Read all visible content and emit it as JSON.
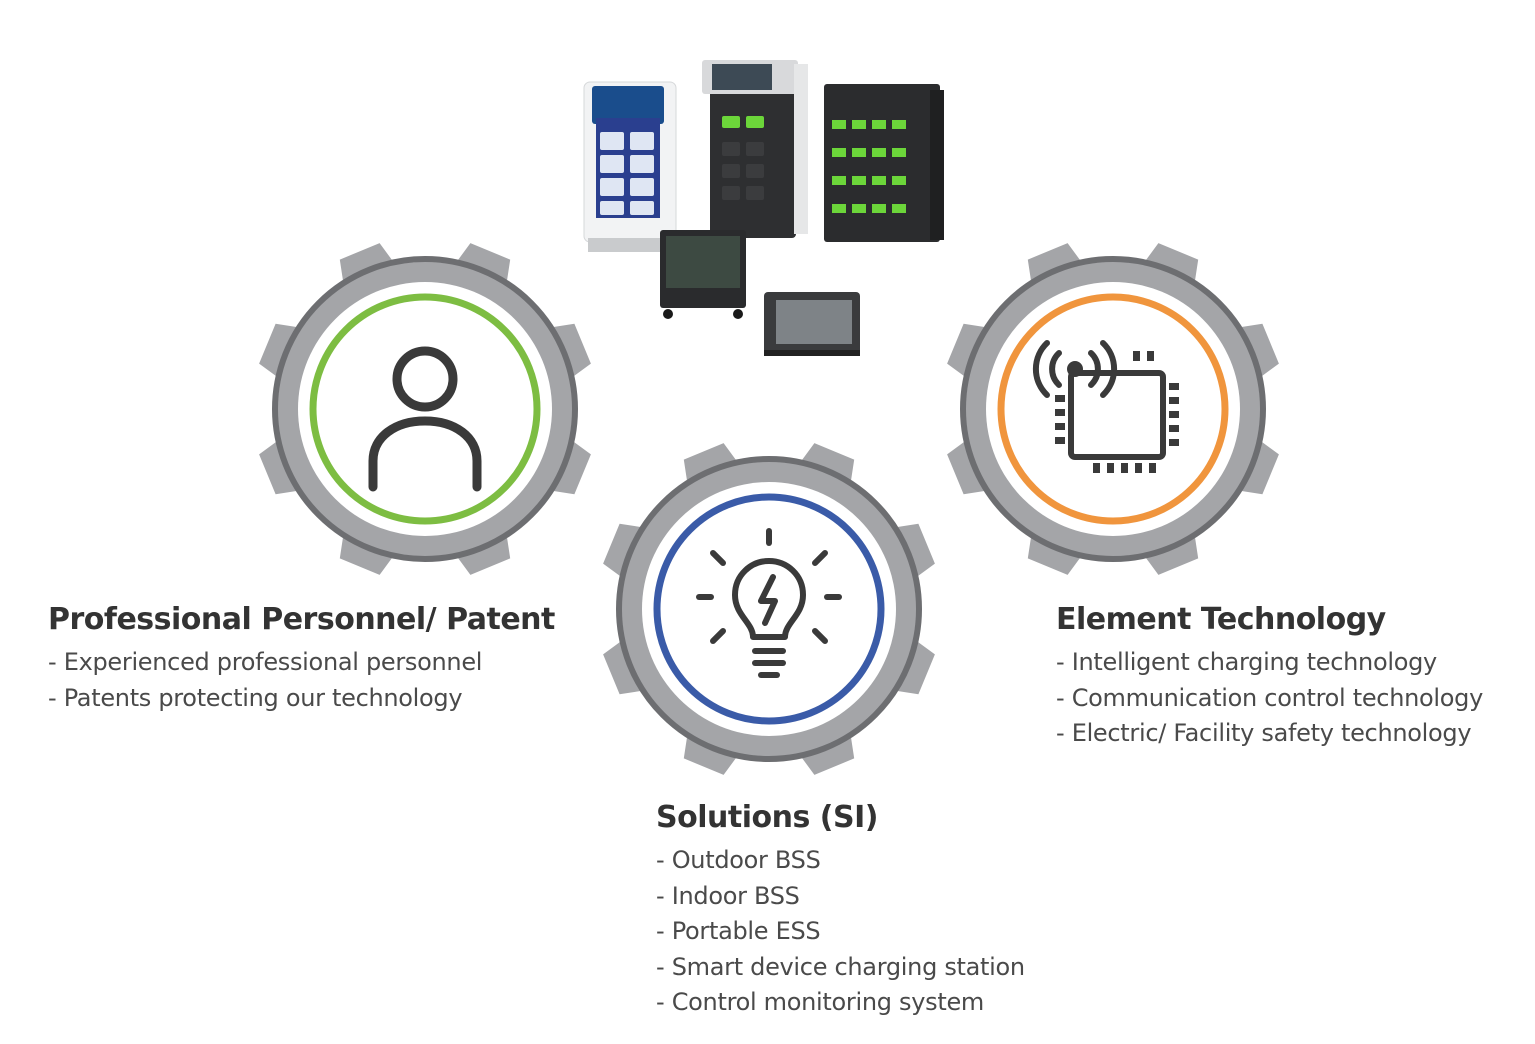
{
  "colors": {
    "gear_fill": "#a4a5a8",
    "gear_rim": "#6d6e71",
    "icon_stroke": "#3a3a3a",
    "ring_personnel": "#7dbd42",
    "ring_solutions": "#3a5ba8",
    "ring_element": "#f0953d"
  },
  "blocks": {
    "personnel": {
      "icon": "person-icon",
      "title": "Professional Personnel/ Patent",
      "items": [
        "Experienced professional personnel",
        "Patents protecting our technology"
      ]
    },
    "solutions": {
      "icon": "lightbulb-icon",
      "title": "Solutions (SI)",
      "items": [
        "Outdoor BSS",
        "Indoor BSS",
        "Portable ESS",
        "Smart device charging station",
        "Control monitoring system"
      ]
    },
    "element": {
      "icon": "chip-signal-icon",
      "title": "Element Technology",
      "items": [
        "Intelligent charging technology",
        "Communication control technology",
        "Electric/ Facility safety technology"
      ]
    }
  }
}
